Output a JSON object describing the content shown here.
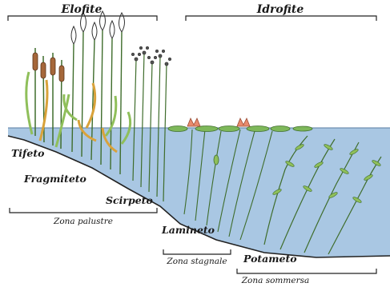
{
  "headings": {
    "elofite": "Elofite",
    "idrofite": "Idrofite"
  },
  "zones": {
    "tifeto": "Tifeto",
    "fragmiteto": "Fragmiteto",
    "scirpeto": "Scirpeto",
    "lamineto": "Lamineto",
    "potameto": "Potameto"
  },
  "brackets": {
    "palustre": "Zona palustre",
    "stagnale": "Zona stagnale",
    "sommersa": "Zona sommersa"
  },
  "colors": {
    "water": "#a9c7e3",
    "water_edge": "#6f8fb0",
    "stem": "#3f6d2c",
    "leaf_light": "#8fbf5a",
    "cattail": "#a5673a",
    "dry_leaf": "#d9a23a",
    "lily_pad": "#7eb85a",
    "flower": "#e88a6c"
  }
}
